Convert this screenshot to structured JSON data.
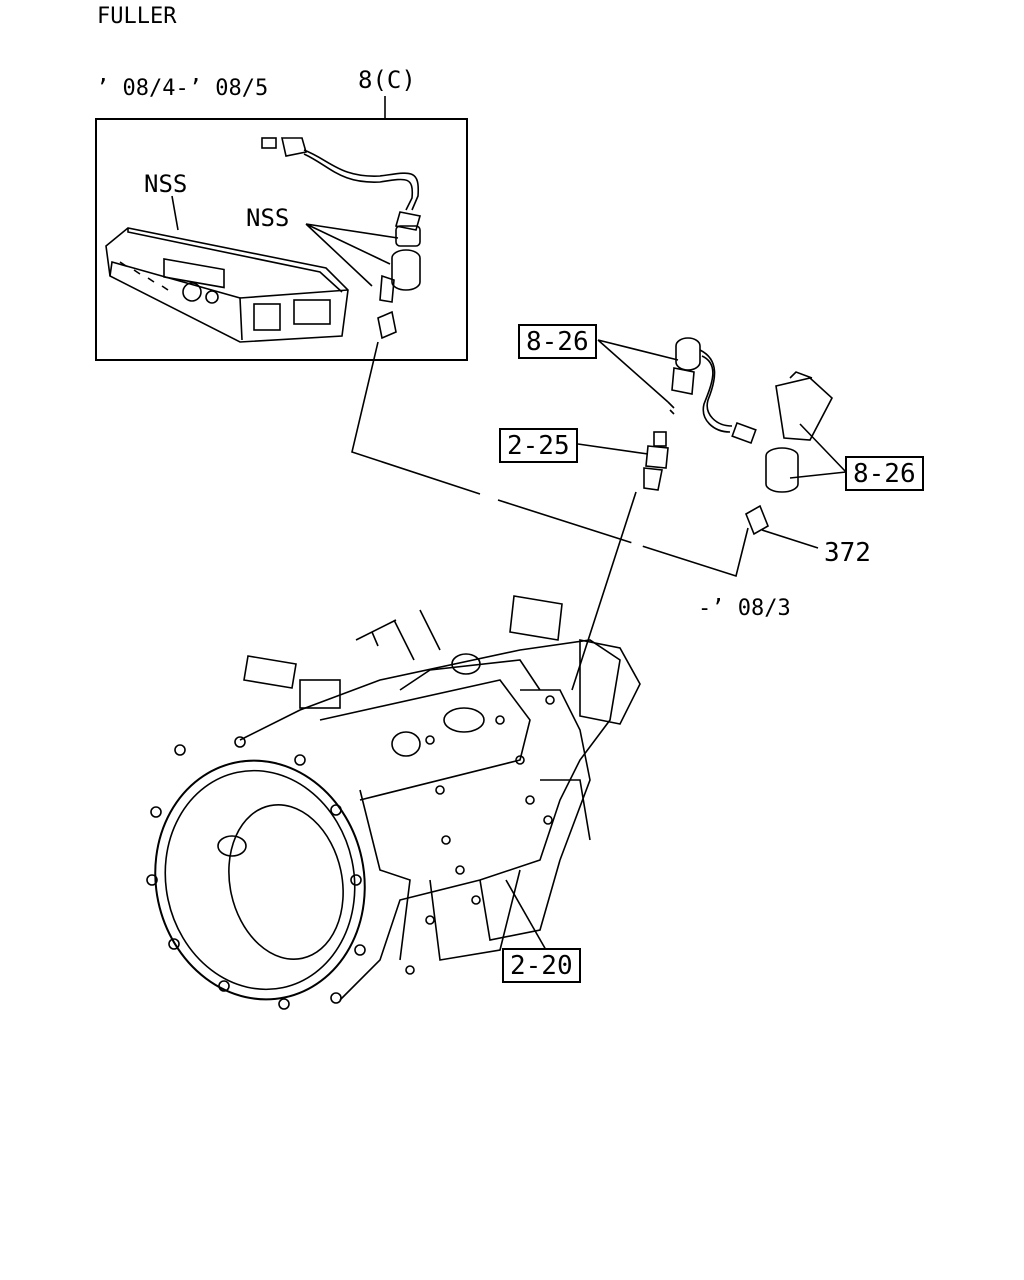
{
  "header": {
    "title": "FULLER"
  },
  "inset": {
    "date_range": "’ 08/4-’ 08/5",
    "ref": "8(C)",
    "nss_module": "NSS",
    "nss_sensor": "NSS"
  },
  "callouts": {
    "c1": "8-26",
    "c2": "2-25",
    "c3": "8-26",
    "c4": "372",
    "c5": "-’ 08/3",
    "c6": "2-20"
  }
}
